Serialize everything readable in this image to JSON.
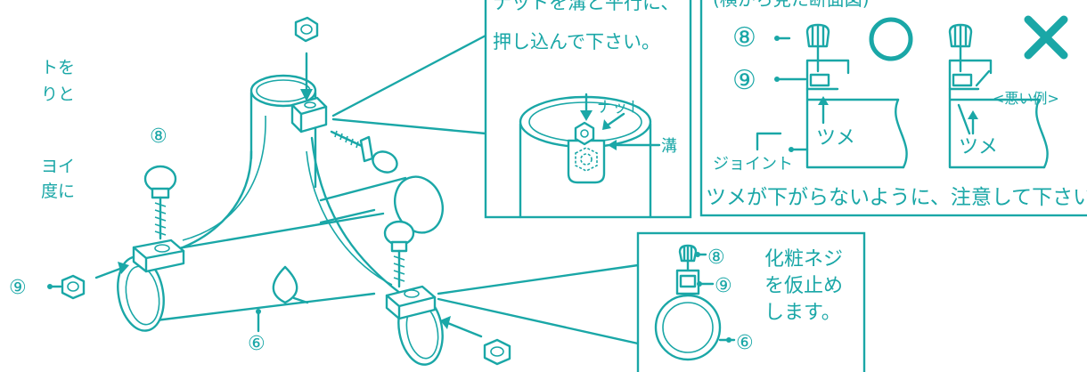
{
  "colors": {
    "accent": "#1aa7a7",
    "background": "#ffffff"
  },
  "left_instructions": {
    "line1": "トを",
    "line2": "りと",
    "line3": "ヨイ",
    "line4": "度に"
  },
  "labels": {
    "part8": "⑧",
    "part9": "⑨",
    "part6": "⑥"
  },
  "center_callout": {
    "line1": "ナットを溝と平行に、",
    "line2": "押し込んで下さい。",
    "nut": "ナット",
    "groove": "溝"
  },
  "right_callout": {
    "header": "(横から見た断面図)",
    "part8": "⑧",
    "part9": "⑨",
    "ok_mark": "○",
    "ng_mark": "✕",
    "bad_example": "<悪い例>",
    "claw_left": "ツメ",
    "claw_right": "ツメ",
    "joint": "ジョイント",
    "caution": "ツメが下がらないように、注意して下さい。"
  },
  "bottom_callout": {
    "part8": "⑧",
    "part9": "⑨",
    "part6": "⑥",
    "line1": "化粧ネジ",
    "line2": "を仮止め",
    "line3": "します。"
  },
  "icons": [
    "nut-icon",
    "screw-icon",
    "pipe-clamp-icon",
    "pipe-joint-icon",
    "arrow-icon",
    "ok-circle-icon",
    "ng-cross-icon"
  ]
}
